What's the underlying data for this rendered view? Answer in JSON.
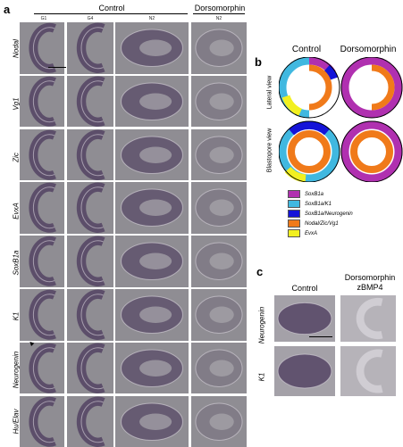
{
  "panel_a": {
    "letter": "a",
    "group_headers": [
      "Control",
      "Dorsomorphin"
    ],
    "stage_headers": [
      "G1",
      "G4",
      "N2",
      "N2"
    ],
    "rows": [
      "Nodal",
      "Vg1",
      "Zic",
      "EvxA",
      "SoxB1a",
      "K1",
      "Neurogenin",
      "Hu/Elav"
    ],
    "arrow_glyph": "▲"
  },
  "panel_b": {
    "letter": "b",
    "col_headers": [
      "Control",
      "Dorsomorphin"
    ],
    "view_labels": [
      "Lateral view",
      "Blastopore view"
    ],
    "legend": [
      {
        "label": "SoxB1a",
        "color": "#b030b0"
      },
      {
        "label": "SoxB1a/K1",
        "color": "#40b8e0"
      },
      {
        "label": "SoxB1a/Neurogenin",
        "color": "#1414d8"
      },
      {
        "label": "Nodal/Zic/Vg1",
        "color": "#f07a1a"
      },
      {
        "label": "EvxA",
        "color": "#f2f020"
      }
    ]
  },
  "panel_c": {
    "letter": "c",
    "col_headers": [
      "Control",
      "Dorsomorphin\nzBMP4"
    ],
    "rows": [
      "Neurogenin",
      "K1"
    ]
  },
  "colors": {
    "tile_bg": "#8d8b90",
    "stain": "#4b3a5c"
  }
}
